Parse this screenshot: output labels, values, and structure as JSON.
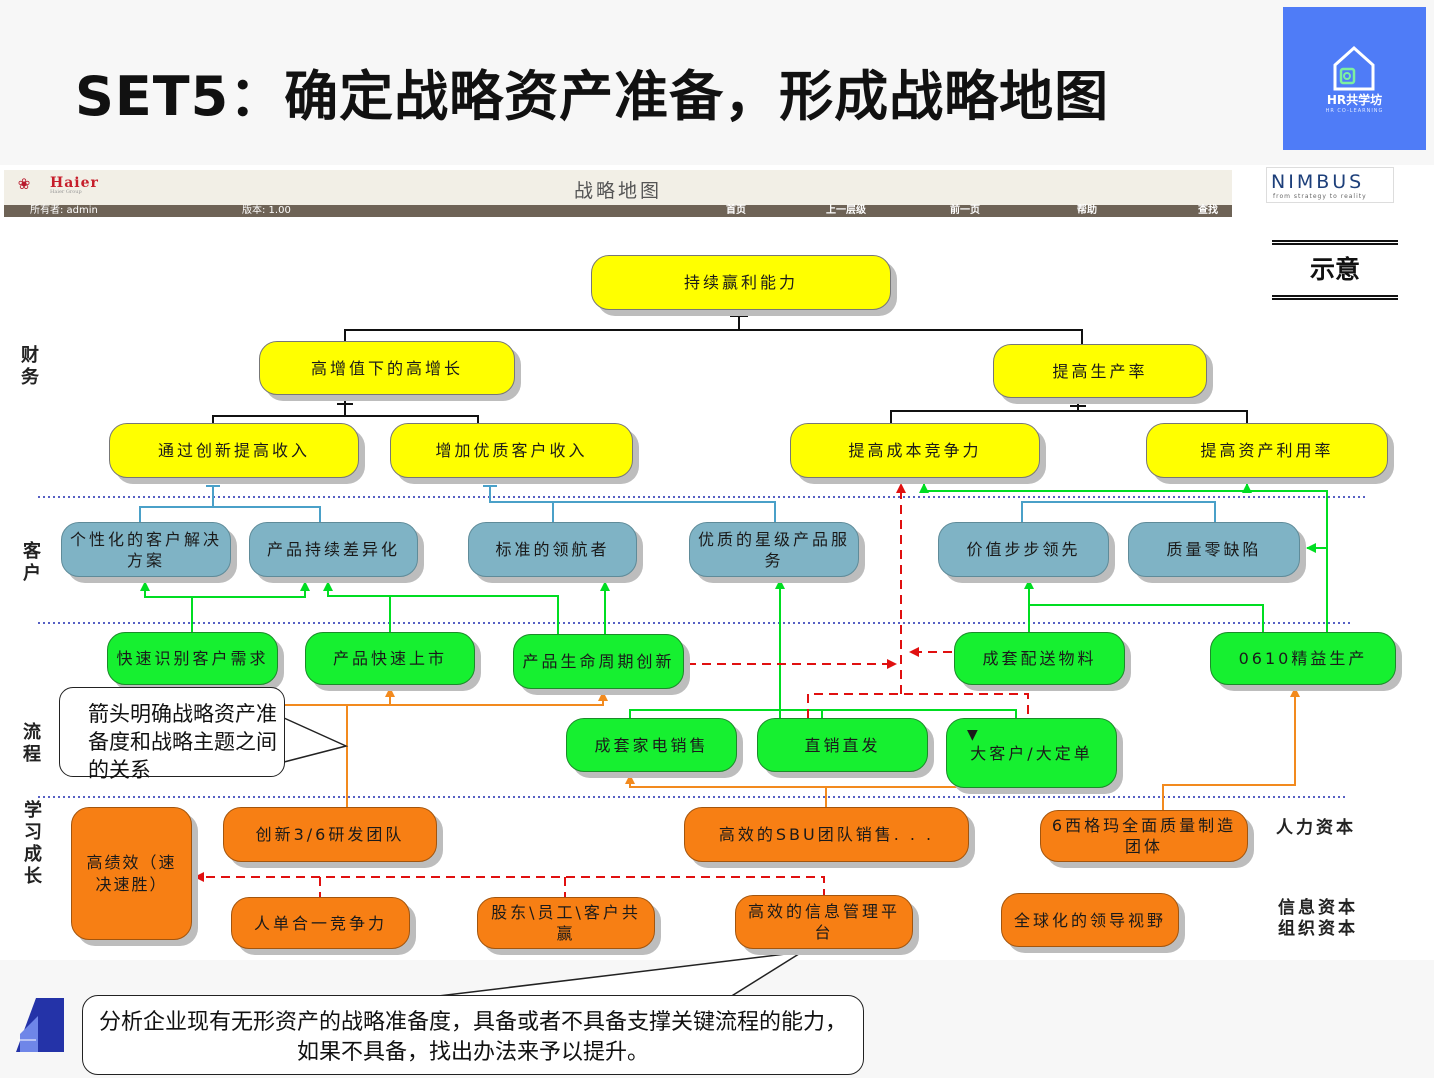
{
  "slide": {
    "title": "SET5：确定战略资产准备，形成战略地图"
  },
  "logo": {
    "text": "HR共学坊",
    "subtext": "HR CO-LEARNING"
  },
  "app": {
    "title": "战略地图",
    "brand_left": "Haier",
    "brand_left_sub": "Haier Group",
    "brand_right": "NIMBUS",
    "brand_right_sub": "from strategy to reality"
  },
  "nav": {
    "owner": "所有者: admin",
    "version": "版本: 1.00",
    "items": [
      "首页",
      "上一层级",
      "前一页",
      "帮助",
      "查找"
    ]
  },
  "badge": "示意",
  "layers": {
    "financial": "财\n务",
    "customer": "客\n户",
    "process": "流\n程",
    "learning": "学\n习\n成\n长"
  },
  "financial": {
    "top": "持续赢利能力",
    "growth": "高增值下的高增长",
    "productivity": "提高生产率",
    "innovation_revenue": "通过创新提高收入",
    "quality_customer_revenue": "增加优质客户收入",
    "cost_competitiveness": "提高成本竞争力",
    "asset_utilization": "提高资产利用率"
  },
  "customer": {
    "personalized_solution": "个性化的客户解决方案",
    "product_differentiation": "产品持续差异化",
    "standard_leader": "标准的领航者",
    "star_service": "优质的星级产品服务",
    "value_leader": "价值步步领先",
    "zero_defect": "质量零缺陷"
  },
  "process": {
    "identify_demand": "快速识别客户需求",
    "fast_to_market": "产品快速上市",
    "lifecycle_innovation": "产品生命周期创新",
    "kit_delivery": "成套配送物料",
    "lean_production": "0610精益生产",
    "appliance_sales": "成套家电销售",
    "direct_sales": "直销直发",
    "key_account": "大客户/大定单"
  },
  "learning": {
    "high_performance": "高绩效（速决速胜）",
    "rd_team": "创新3/6研发团队",
    "sbu_team": "高效的SBU团队销售. . .",
    "six_sigma": "6西格玛全面质量制造团体",
    "person_order": "人单合一竞争力",
    "win_win": "股东\\员工\\客户共赢",
    "info_platform": "高效的信息管理平台",
    "global_vision": "全球化的领导视野"
  },
  "resources": {
    "human": "人力资本",
    "info_org": "信息资本\n组织资本"
  },
  "callouts": {
    "arrows": "箭头明确战略资产准备度和战略主题之间的关系",
    "analysis": "分析企业现有无形资产的战略准备度，具备或者不具备支撑关键流程的能力，如果不具备，找出办法来予以提升。"
  },
  "colors": {
    "financial_node": "#ffff00",
    "customer_node": "#7fb3c5",
    "process_node": "#16f030",
    "learning_node": "#f77f14",
    "green_link": "#00dd22",
    "orange_link": "#f28a1e",
    "red_link": "#e01010",
    "blue_link": "#4aa0c8",
    "divider": "#1f2cb0",
    "logo_bg": "#4f7cf7"
  }
}
